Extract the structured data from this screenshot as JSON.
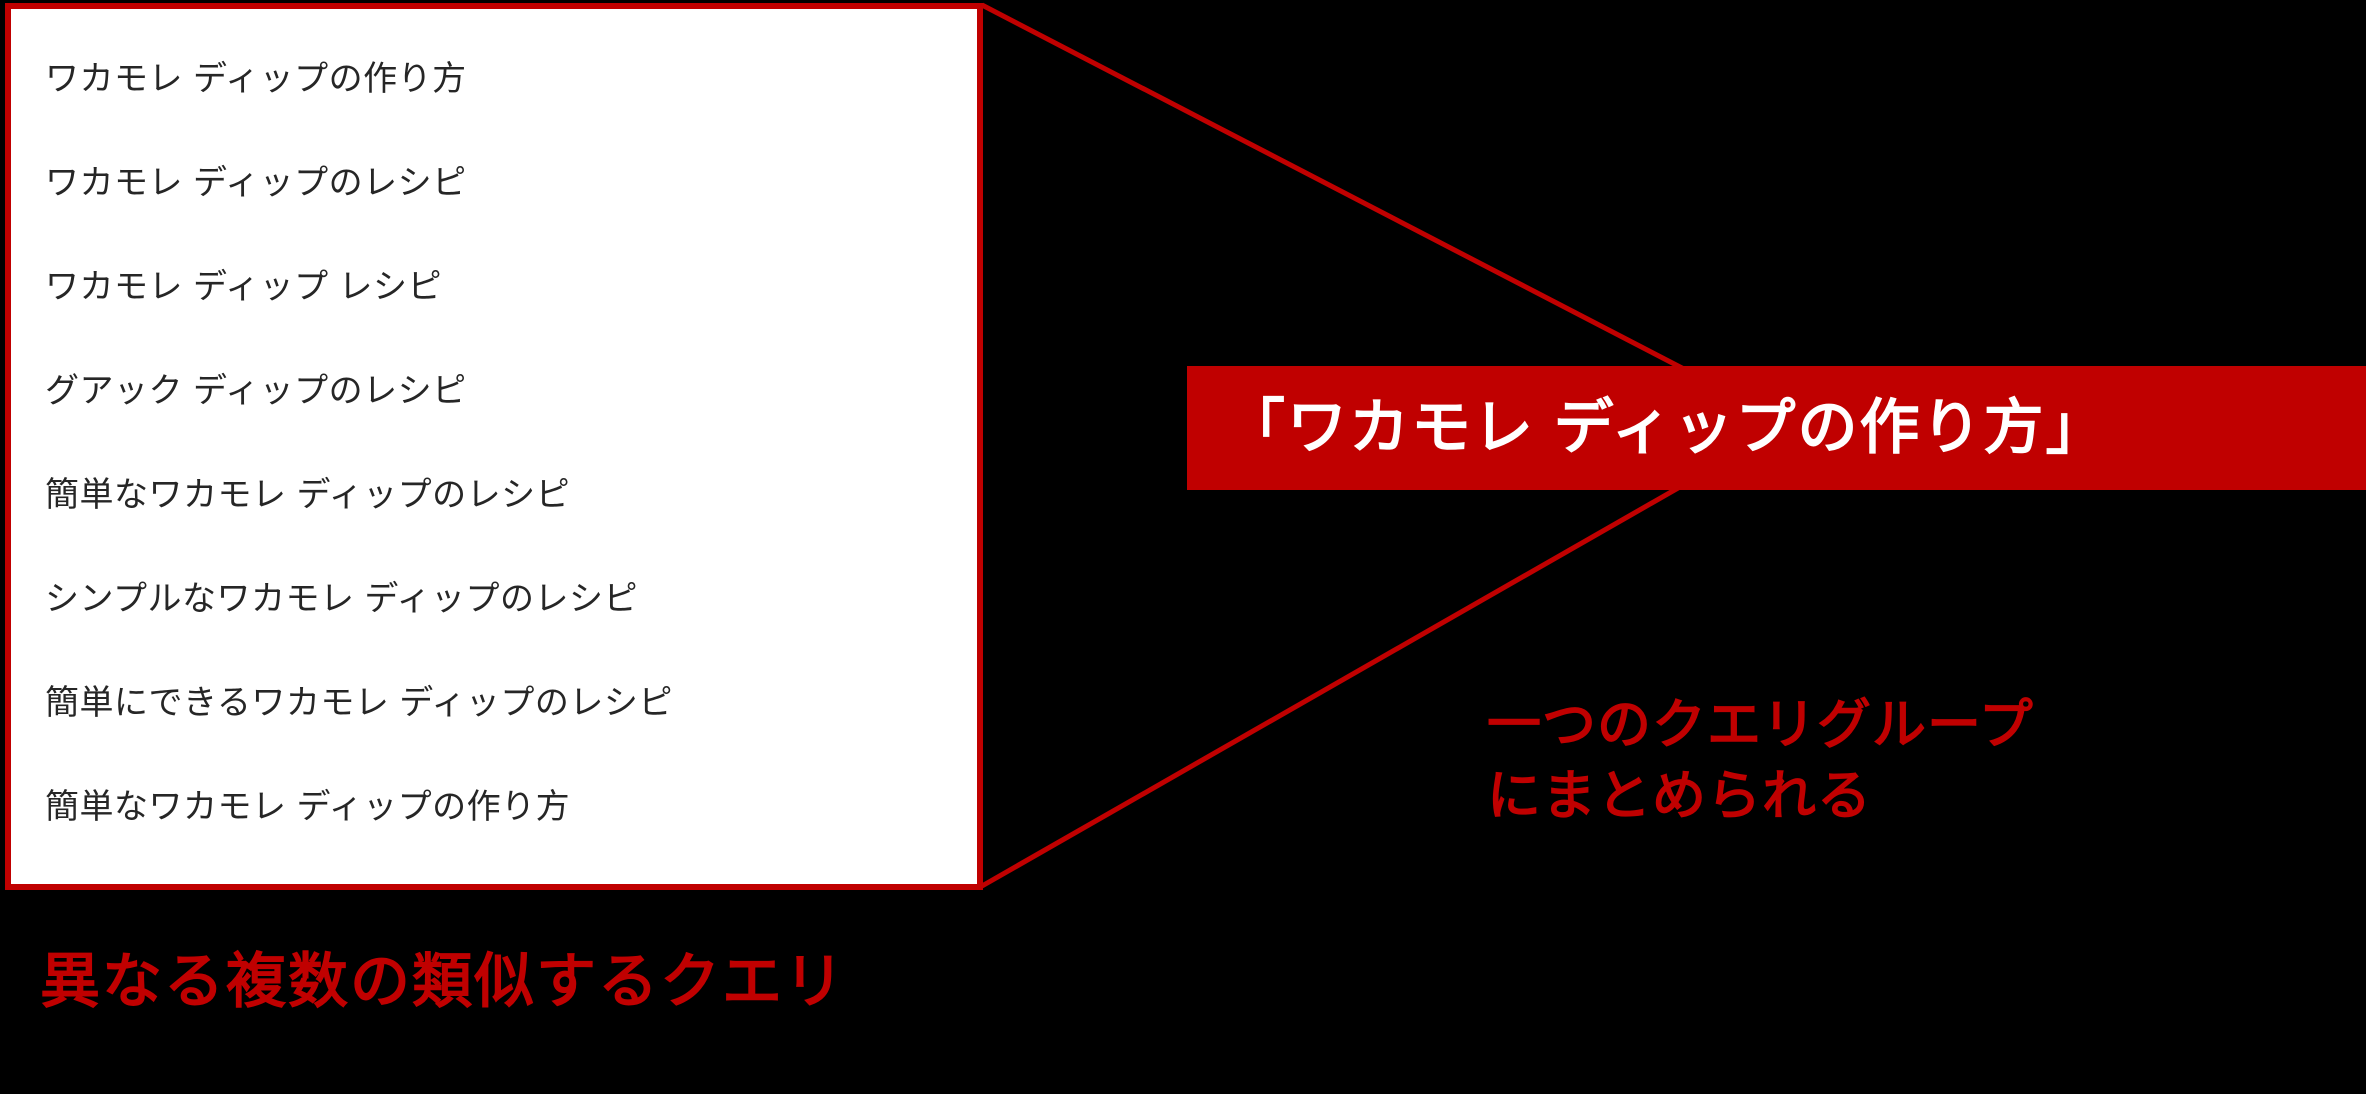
{
  "colors": {
    "background": "#000000",
    "panel_background": "#ffffff",
    "accent_red": "#c00000",
    "query_text": "#262626",
    "banner_text": "#ffffff"
  },
  "query_panel": {
    "items": [
      {
        "text": "ワカモレ ディップの作り方"
      },
      {
        "text": "ワカモレ ディップのレシピ"
      },
      {
        "text": "ワカモレ ディップ レシピ"
      },
      {
        "text": "グアック ディップのレシピ"
      },
      {
        "text": "簡単なワカモレ ディップのレシピ"
      },
      {
        "text": "シンプルなワカモレ ディップのレシピ"
      },
      {
        "text": "簡単にできるワカモレ ディップのレシピ"
      },
      {
        "text": "簡単なワカモレ ディップの作り方"
      }
    ]
  },
  "group_banner": {
    "text": "「ワカモレ ディップの作り方」"
  },
  "group_caption": {
    "line1": "一つのクエリグループ",
    "line2": "にまとめられる"
  },
  "queries_caption": {
    "text": "異なる複数の類似するクエリ"
  }
}
